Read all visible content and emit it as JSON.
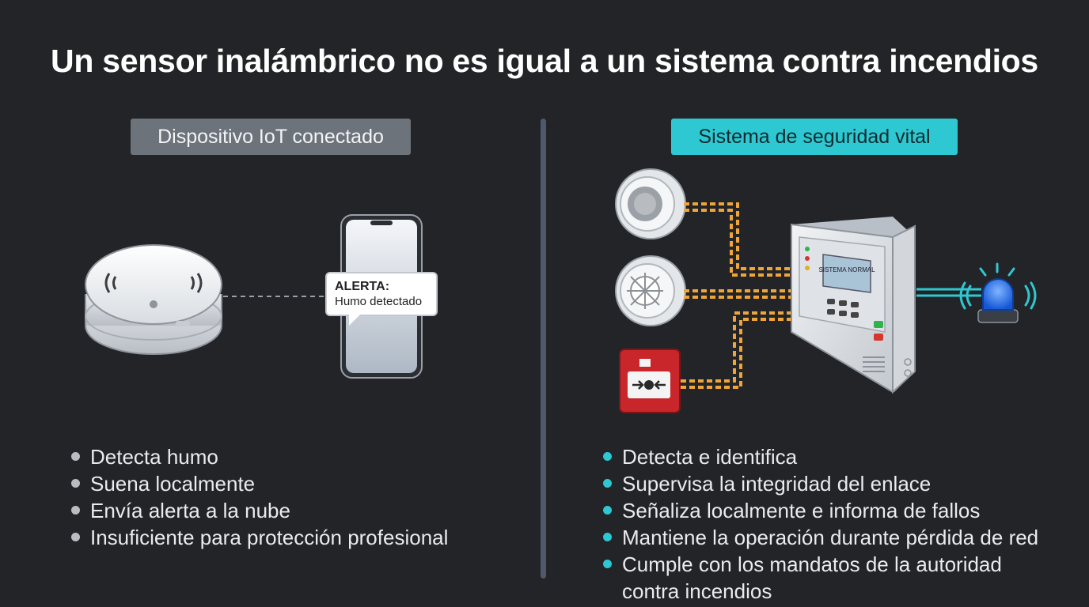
{
  "title": "Un sensor inalámbrico no es igual a un sistema contra incendios",
  "left": {
    "badge": "Dispositivo IoT conectado",
    "alert": {
      "heading": "ALERTA:",
      "message": "Humo detectado"
    },
    "items": [
      "Detecta humo",
      "Suena localmente",
      "Envía alerta a la nube",
      "Insuficiente para protección profesional"
    ]
  },
  "right": {
    "badge": "Sistema de seguridad vital",
    "panel_screen_text": "SISTEMA NORMAL",
    "items": [
      "Detecta e identifica",
      "Supervisa la integridad del enlace",
      "Señaliza localmente e informa de fallos",
      "Mantiene la operación durante pérdida de red",
      "Cumple con los mandatos de la autoridad contra incendios"
    ]
  },
  "colors": {
    "background": "#222427",
    "left_badge": "#6d737b",
    "right_badge": "#2ec8d2",
    "wiring": "#f0a53a",
    "beacon": "#1e6fff"
  }
}
